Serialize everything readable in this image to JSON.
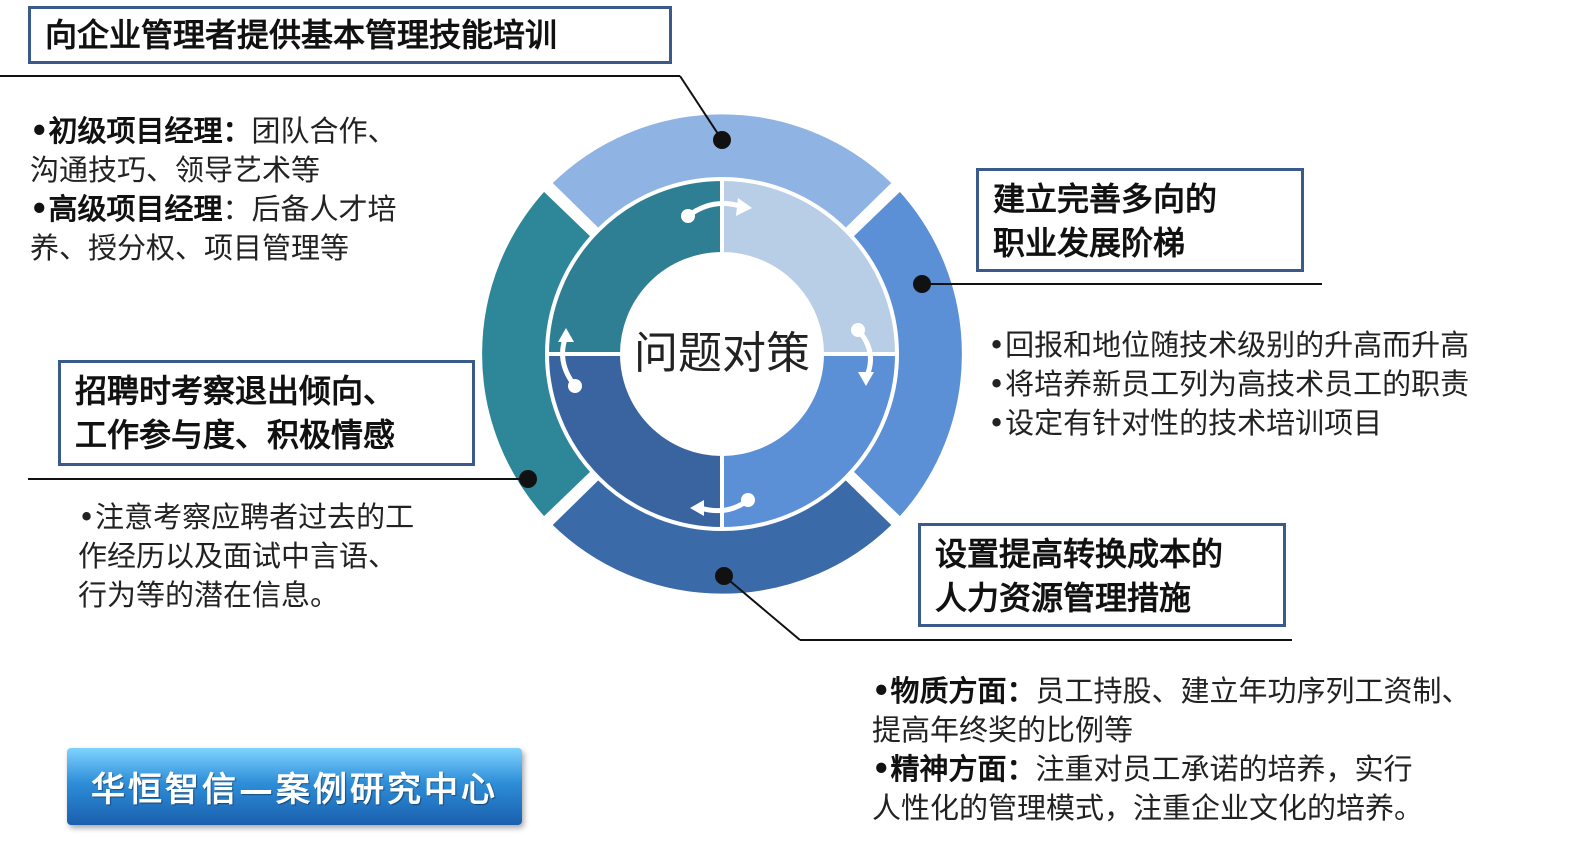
{
  "center_label": "问题对策",
  "boxes": {
    "top": "向企业管理者提供基本管理技能培训",
    "right_upper": [
      "建立完善多向的",
      "职业发展阶梯"
    ],
    "left_middle": [
      "招聘时考察退出倾向、",
      "工作参与度、积极情感"
    ],
    "right_lower": [
      "设置提高转换成本的",
      "人力资源管理措施"
    ]
  },
  "texts": {
    "top_left": {
      "item1_bold": "•初级项目经理：",
      "item1_rest": "团队合作、",
      "item1_line2": "沟通技巧、领导艺术等",
      "item2_bold": "•高级项目经理",
      "item2_rest": "：后备人才培",
      "item2_line2": "养、授分权、项目管理等"
    },
    "right_middle": [
      "•回报和地位随技术级别的升高而升高",
      "•将培养新员工列为高技术员工的职责",
      "•设定有针对性的技术培训项目"
    ],
    "left_lower": [
      "•注意考察应聘者过去的工",
      "作经历以及面试中言语、",
      "行为等的潜在信息。"
    ],
    "bottom_right": {
      "item1_bold": "•物质方面：",
      "item1_rest": "员工持股、建立年功序列工资制、",
      "item1_line2": "提高年终奖的比例等",
      "item2_bold": "•精神方面：",
      "item2_rest": "注重对员工承诺的培养，实行",
      "item2_line2": "人性化的管理模式，注重企业文化的培养。"
    }
  },
  "footer": "华恒智信—案例研究中心",
  "colors": {
    "ring_top": "#8fb3e3",
    "ring_right": "#5b8fd6",
    "ring_bottom": "#3a6aa8",
    "ring_left": "#2e8699",
    "inner_tl": "#2f7f94",
    "inner_tr": "#b8cde6",
    "inner_br": "#5b8fd6",
    "inner_bl": "#3a64a0",
    "box_border": "#3a5a8c"
  }
}
